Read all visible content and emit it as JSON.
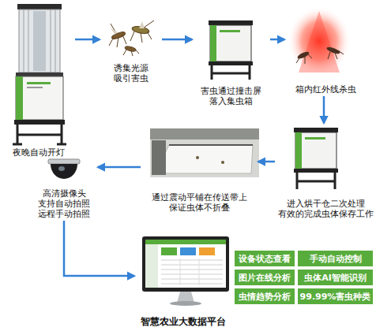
{
  "diagram": {
    "nodes": [
      {
        "text": [
          "夜晚自动开灯"
        ]
      },
      {
        "text": [
          "诱集光源 吸引害虫"
        ]
      },
      {
        "text": [
          "害虫通过撞击屏 落入集虫箱"
        ]
      },
      {
        "text": [
          "箱内红外线杀虫"
        ]
      },
      {
        "text": [
          "进入烘干仓二次处理 有效的完成虫体保存工作"
        ]
      },
      {
        "text": [
          "通过震动平铺在传送带上 保证虫体不折叠"
        ]
      },
      {
        "text": [
          "高清摄像头 支持自动拍照 远程手动拍照"
        ]
      },
      {
        "text": [
          "智慧农业大数据平台"
        ]
      },
      {
        "text": [
          "设备状态查看"
        ]
      },
      {
        "text": [
          "手动自动控制"
        ]
      },
      {
        "text": [
          "图片在线分析"
        ]
      },
      {
        "text": [
          "虫体AI智能识别"
        ]
      },
      {
        "text": [
          "虫情趋势分析"
        ]
      },
      {
        "text": [
          "99.99%害虫种类"
        ]
      }
    ],
    "edges": [
      {
        "from": 0,
        "to": 1,
        "arrow": "to"
      },
      {
        "from": 1,
        "to": 2,
        "arrow": "to"
      },
      {
        "from": 2,
        "to": 3,
        "arrow": "to"
      },
      {
        "from": 3,
        "to": 4,
        "arrow": "to"
      },
      {
        "from": 4,
        "to": 5,
        "arrow": "to"
      },
      {
        "from": 5,
        "to": 6,
        "arrow": "to"
      },
      {
        "from": 6,
        "to": 7,
        "arrow": "to"
      }
    ]
  }
}
